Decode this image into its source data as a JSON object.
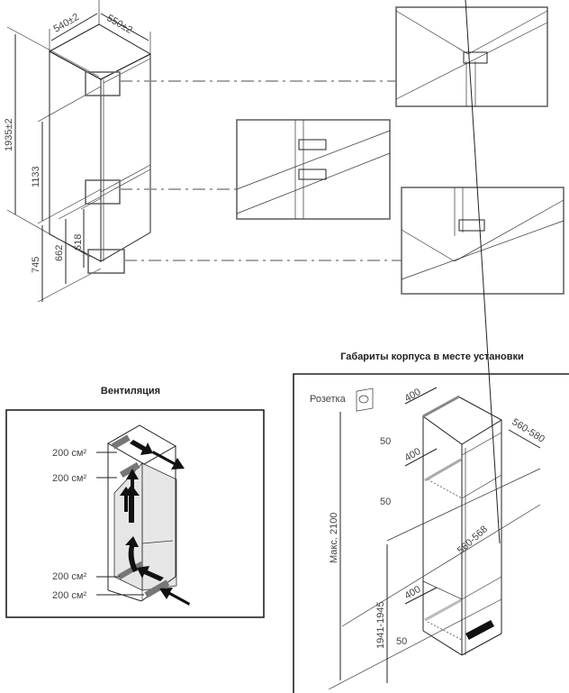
{
  "fridge_dimensions": {
    "width": "540±2",
    "depth": "550±2",
    "height": "1935±2",
    "upper_hinge": "1133",
    "lower_hinge": "745",
    "mid_1": "662",
    "mid_2": "618"
  },
  "ventilation": {
    "title": "Вентиляция",
    "openings": [
      "200 см²",
      "200 см²",
      "200 см²",
      "200 см²"
    ]
  },
  "niche": {
    "title": "Габариты корпуса в месте установки",
    "socket_label": "Розетка",
    "max_height": "Макс. 2100",
    "height_range": "1941-1945",
    "depth_range": "560-580",
    "width_range": "560-568",
    "vent_widths": [
      "400",
      "400",
      "400"
    ],
    "vent_depths": [
      "50",
      "50",
      "50"
    ]
  },
  "colors": {
    "line": "#222222",
    "callout": "#888888",
    "panel": "#e6e6e6"
  }
}
